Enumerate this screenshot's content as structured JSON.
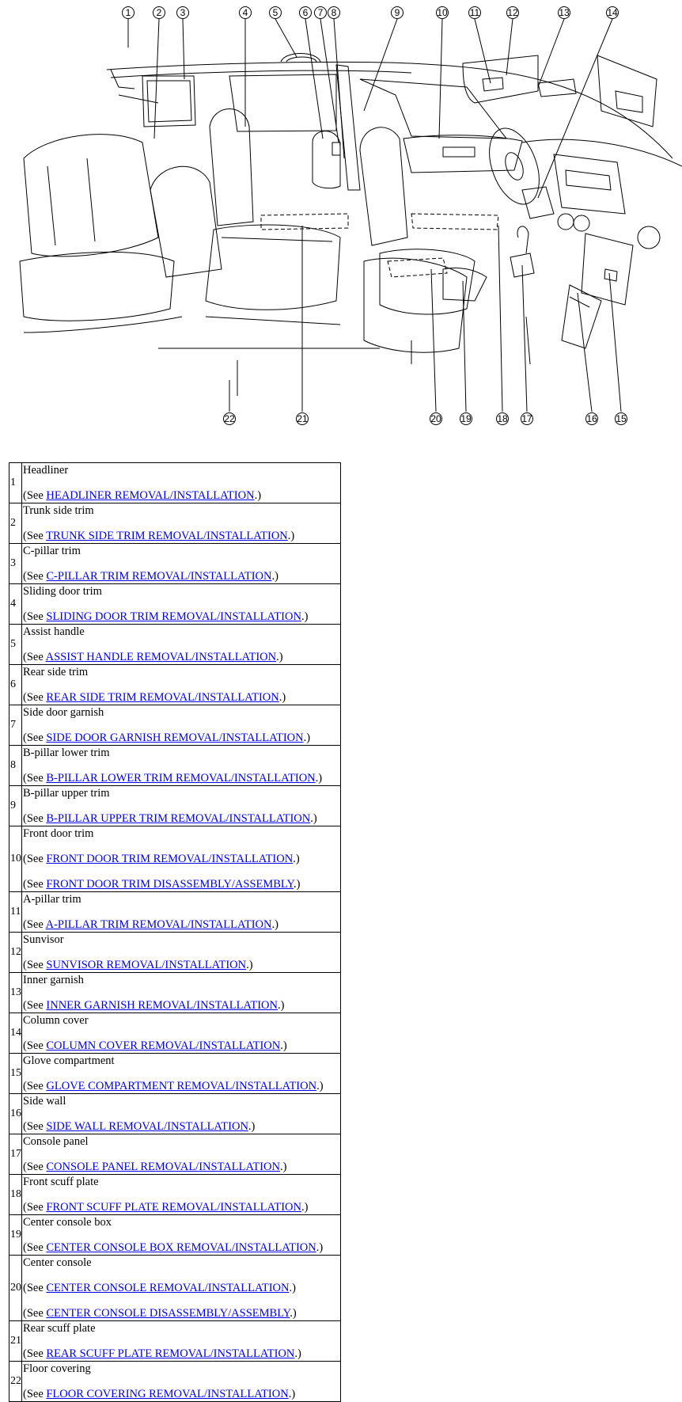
{
  "callouts": [
    "1",
    "2",
    "3",
    "4",
    "5",
    "6",
    "7",
    "8",
    "9",
    "10",
    "11",
    "12",
    "13",
    "14",
    "15",
    "16",
    "17",
    "18",
    "19",
    "20",
    "21",
    "22"
  ],
  "see_prefix": "(See ",
  "see_suffix": ".)",
  "rows": [
    {
      "num": "1",
      "name": "Headliner",
      "links": [
        "HEADLINER REMOVAL/INSTALLATION"
      ]
    },
    {
      "num": "2",
      "name": "Trunk side trim",
      "links": [
        "TRUNK SIDE TRIM REMOVAL/INSTALLATION"
      ]
    },
    {
      "num": "3",
      "name": "C-pillar trim",
      "links": [
        "C-PILLAR TRIM REMOVAL/INSTALLATION"
      ]
    },
    {
      "num": "4",
      "name": "Sliding door trim",
      "links": [
        "SLIDING DOOR TRIM REMOVAL/INSTALLATION"
      ]
    },
    {
      "num": "5",
      "name": "Assist handle",
      "links": [
        "ASSIST HANDLE REMOVAL/INSTALLATION"
      ]
    },
    {
      "num": "6",
      "name": "Rear side trim",
      "links": [
        "REAR SIDE TRIM REMOVAL/INSTALLATION"
      ]
    },
    {
      "num": "7",
      "name": "Side door garnish",
      "links": [
        "SIDE DOOR GARNISH REMOVAL/INSTALLATION"
      ]
    },
    {
      "num": "8",
      "name": "B-pillar lower trim",
      "links": [
        "B-PILLAR LOWER TRIM REMOVAL/INSTALLATION"
      ]
    },
    {
      "num": "9",
      "name": "B-pillar upper trim",
      "links": [
        "B-PILLAR UPPER TRIM REMOVAL/INSTALLATION"
      ]
    },
    {
      "num": "10",
      "name": "Front door trim",
      "links": [
        "FRONT DOOR TRIM REMOVAL/INSTALLATION",
        "FRONT DOOR TRIM DISASSEMBLY/ASSEMBLY"
      ]
    },
    {
      "num": "11",
      "name": "A-pillar trim",
      "links": [
        "A-PILLAR TRIM REMOVAL/INSTALLATION"
      ]
    },
    {
      "num": "12",
      "name": "Sunvisor",
      "links": [
        "SUNVISOR REMOVAL/INSTALLATION"
      ]
    },
    {
      "num": "13",
      "name": "Inner garnish",
      "links": [
        "INNER GARNISH REMOVAL/INSTALLATION"
      ]
    },
    {
      "num": "14",
      "name": "Column cover",
      "links": [
        "COLUMN COVER REMOVAL/INSTALLATION"
      ]
    },
    {
      "num": "15",
      "name": "Glove compartment",
      "links": [
        "GLOVE COMPARTMENT REMOVAL/INSTALLATION"
      ]
    },
    {
      "num": "16",
      "name": "Side wall",
      "links": [
        "SIDE WALL REMOVAL/INSTALLATION"
      ]
    },
    {
      "num": "17",
      "name": "Console panel",
      "links": [
        "CONSOLE PANEL REMOVAL/INSTALLATION"
      ]
    },
    {
      "num": "18",
      "name": "Front scuff plate",
      "links": [
        "FRONT SCUFF PLATE REMOVAL/INSTALLATION"
      ]
    },
    {
      "num": "19",
      "name": "Center console box",
      "links": [
        "CENTER CONSOLE BOX REMOVAL/INSTALLATION"
      ]
    },
    {
      "num": "20",
      "name": "Center console",
      "links": [
        "CENTER CONSOLE REMOVAL/INSTALLATION",
        "CENTER CONSOLE DISASSEMBLY/ASSEMBLY"
      ]
    },
    {
      "num": "21",
      "name": "Rear scuff plate",
      "links": [
        "REAR SCUFF PLATE REMOVAL/INSTALLATION"
      ]
    },
    {
      "num": "22",
      "name": "Floor covering",
      "links": [
        "FLOOR COVERING REMOVAL/INSTALLATION"
      ]
    }
  ]
}
